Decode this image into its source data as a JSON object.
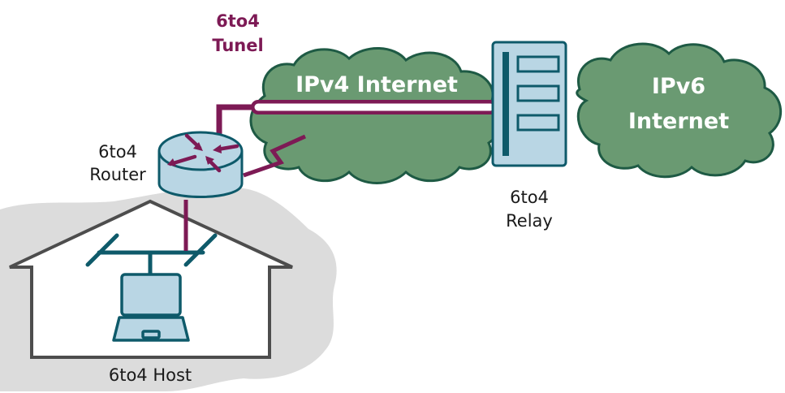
{
  "labels": {
    "tunnel_line1": "6to4",
    "tunnel_line2": "Tunel",
    "ipv4_cloud": "IPv4 Internet",
    "ipv6_line1": "IPv6",
    "ipv6_line2": "Internet",
    "router_line1": "6to4",
    "router_line2": "Router",
    "relay_line1": "6to4",
    "relay_line2": "Relay",
    "host": "6to4 Host"
  },
  "colors": {
    "cloud_fill": "#6a9a72",
    "cloud_stroke": "#1e5a44",
    "accent": "#7d1a55",
    "device_fill": "#b9d6e4",
    "device_stroke": "#0e5a6a",
    "lan": "#0e5a6a",
    "shadow": "#dcdcdc",
    "house_stroke": "#4d4d4d"
  }
}
